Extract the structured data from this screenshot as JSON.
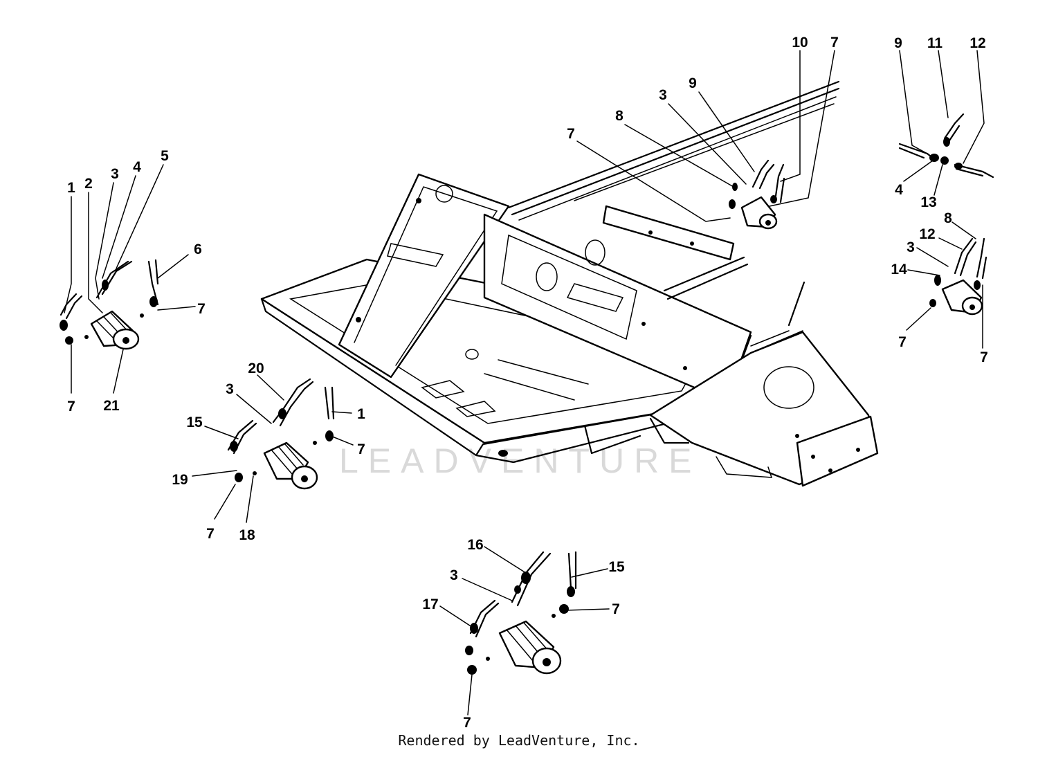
{
  "diagram": {
    "callouts": [
      {
        "id": "c1",
        "text": "1"
      },
      {
        "id": "c2",
        "text": "2"
      },
      {
        "id": "c3",
        "text": "3"
      },
      {
        "id": "c4",
        "text": "4"
      },
      {
        "id": "c5",
        "text": "5"
      },
      {
        "id": "c6",
        "text": "6"
      },
      {
        "id": "c7",
        "text": "7"
      },
      {
        "id": "c8",
        "text": "7"
      },
      {
        "id": "c9",
        "text": "21"
      },
      {
        "id": "c10",
        "text": "20"
      },
      {
        "id": "c11",
        "text": "3"
      },
      {
        "id": "c12",
        "text": "15"
      },
      {
        "id": "c13",
        "text": "1"
      },
      {
        "id": "c14",
        "text": "7"
      },
      {
        "id": "c15",
        "text": "19"
      },
      {
        "id": "c16",
        "text": "7"
      },
      {
        "id": "c17",
        "text": "18"
      },
      {
        "id": "c18",
        "text": "10"
      },
      {
        "id": "c19",
        "text": "7"
      },
      {
        "id": "c20",
        "text": "9"
      },
      {
        "id": "c21",
        "text": "3"
      },
      {
        "id": "c22",
        "text": "8"
      },
      {
        "id": "c23",
        "text": "7"
      },
      {
        "id": "c24",
        "text": "9"
      },
      {
        "id": "c25",
        "text": "11"
      },
      {
        "id": "c26",
        "text": "12"
      },
      {
        "id": "c27",
        "text": "4"
      },
      {
        "id": "c28",
        "text": "13"
      },
      {
        "id": "c29",
        "text": "8"
      },
      {
        "id": "c30",
        "text": "12"
      },
      {
        "id": "c31",
        "text": "3"
      },
      {
        "id": "c32",
        "text": "14"
      },
      {
        "id": "c33",
        "text": "7"
      },
      {
        "id": "c34",
        "text": "7"
      },
      {
        "id": "c35",
        "text": "16"
      },
      {
        "id": "c36",
        "text": "15"
      },
      {
        "id": "c37",
        "text": "3"
      },
      {
        "id": "c38",
        "text": "17"
      },
      {
        "id": "c39",
        "text": "7"
      },
      {
        "id": "c40",
        "text": "7"
      }
    ],
    "watermark": "LEADVENTURE",
    "credit": "Rendered by LeadVenture, Inc."
  }
}
